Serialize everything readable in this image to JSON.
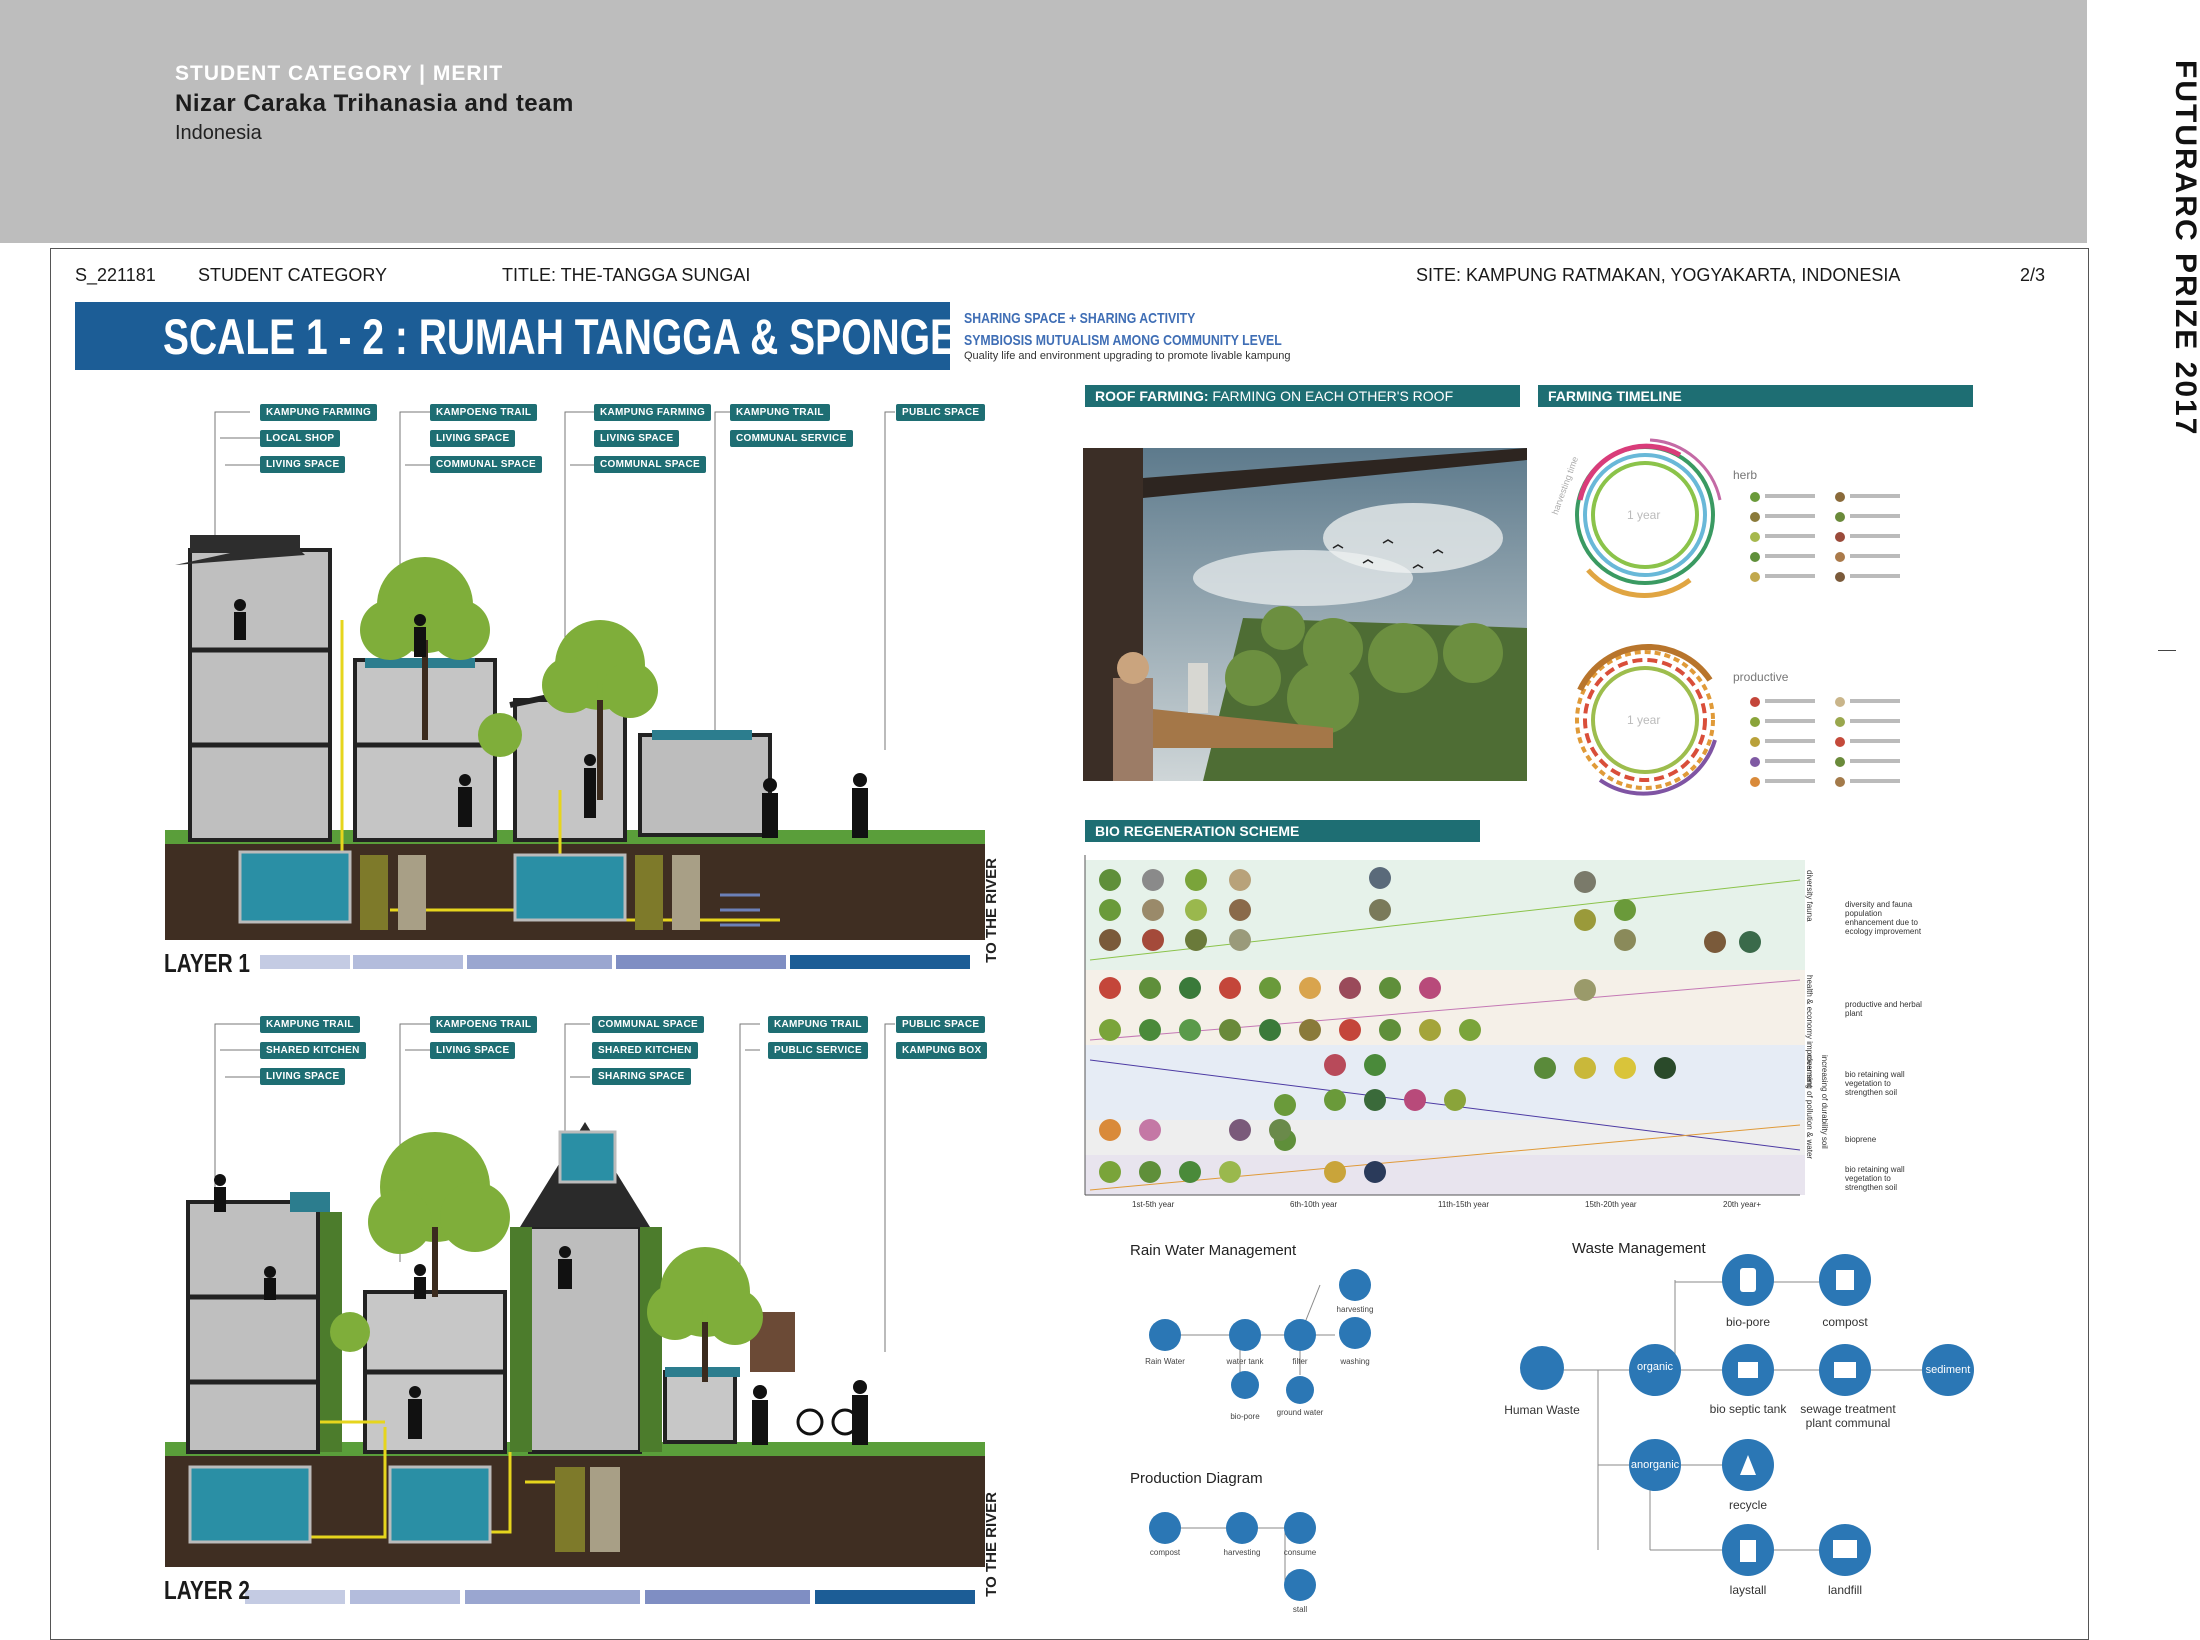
{
  "header": {
    "category": "STUDENT CATEGORY | MERIT",
    "name": "Nizar Caraka Trihanasia and team",
    "country": "Indonesia",
    "prize": "FUTURARC PRIZE 2017"
  },
  "meta": {
    "id": "S_221181",
    "category": "STUDENT CATEGORY",
    "title": "TITLE: THE-TANGGA SUNGAI",
    "site": "SITE: KAMPUNG RATMAKAN, YOGYAKARTA, INDONESIA",
    "page": "2/3"
  },
  "main_title": "SCALE 1 - 2 : RUMAH TANGGA & SPONGE",
  "subtitle": {
    "line1": "SHARING SPACE + SHARING ACTIVITY",
    "line2": "SYMBIOSIS MUTUALISM AMONG COMMUNITY LEVEL",
    "line3": "Quality life and environment upgrading to promote livable kampung"
  },
  "layer1": {
    "label": "LAYER 1",
    "river": "TO THE RIVER",
    "tag_groups": [
      [
        "KAMPUNG FARMING",
        "LOCAL SHOP",
        "LIVING SPACE"
      ],
      [
        "KAMPOENG TRAIL",
        "LIVING SPACE",
        "COMMUNAL SPACE"
      ],
      [
        "KAMPUNG FARMING",
        "LIVING SPACE",
        "COMMUNAL SPACE"
      ],
      [
        "KAMPUNG TRAIL",
        "COMMUNAL SERVICE"
      ],
      [
        "PUBLIC SPACE"
      ]
    ]
  },
  "layer2": {
    "label": "LAYER 2",
    "river": "TO THE RIVER",
    "tag_groups": [
      [
        "KAMPUNG TRAIL",
        "SHARED KITCHEN",
        "LIVING SPACE"
      ],
      [
        "KAMPOENG TRAIL",
        "LIVING SPACE"
      ],
      [
        "COMMUNAL SPACE",
        "SHARED KITCHEN",
        "SHARING SPACE"
      ],
      [
        "KAMPUNG TRAIL",
        "PUBLIC SERVICE"
      ],
      [
        "PUBLIC SPACE",
        "KAMPUNG BOX"
      ]
    ]
  },
  "roof_farming": {
    "bold": "ROOF FARMING:",
    "rest": " FARMING ON EACH OTHER'S ROOF"
  },
  "farming_timeline": {
    "title": "FARMING TIMELINE",
    "herb_label": "herb",
    "productive_label": "productive",
    "center_label": "1 year",
    "side_label": "harvesting time"
  },
  "bio_regeneration": {
    "title": "BIO REGENERATION SCHEME",
    "axis": [
      "1st-5th year",
      "6th-10th year",
      "11th-15th year",
      "15th-20th year",
      "20th year+"
    ],
    "rows": [
      "diversity fauna",
      "health & economy improvement",
      "cleansing of pollution & water",
      "increasing of durability soil",
      ""
    ],
    "notes": [
      "diversity and fauna population enhancement due to ecology improvement",
      "productive and herbal plant",
      "bio retaining wall vegetation to strengthen soil",
      "bioprene",
      "bio retaining wall vegetation to strengthen soil"
    ]
  },
  "rain_water": {
    "title": "Rain Water Management",
    "nodes": [
      "Rain Water",
      "water tank",
      "filter",
      "harvesting",
      "washing",
      "bio-pore",
      "ground water"
    ]
  },
  "waste": {
    "title": "Waste Management",
    "human_waste": "Human Waste",
    "organic": "organic",
    "anorganic": "anorganic",
    "bio_pore": "bio-pore",
    "compost": "compost",
    "bio_septic": "bio septic tank",
    "sewage": "sewage treatment plant communal",
    "sediment": "sediment",
    "recycle": "recycle",
    "laystall": "laystall",
    "landfill": "landfill"
  },
  "production": {
    "title": "Production Diagram",
    "nodes": [
      "compost",
      "harvesting",
      "consume",
      "stall"
    ]
  },
  "colors": {
    "title_blue": "#1c5d96",
    "teal": "#1e6e73",
    "node_blue": "#2b77b5",
    "header_gray": "#bdbdbd"
  }
}
